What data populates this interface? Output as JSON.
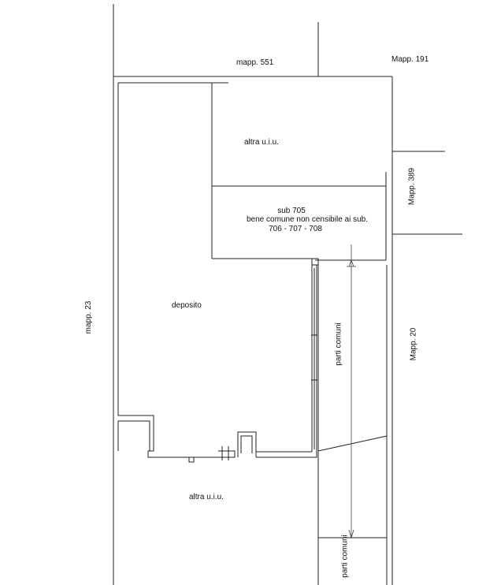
{
  "labels": {
    "mapp_551": "mapp. 551",
    "mapp_191": "Mapp. 191",
    "mapp_389": "Mapp. 389",
    "mapp_23": "mapp. 23",
    "mapp_20": "Mapp. 20",
    "altra_uiu_top": "altra u.i.u.",
    "sub_705_line1": "sub 705",
    "sub_705_line2": "bene comune non censibile ai sub.",
    "sub_705_line3": "706 - 707 - 708",
    "deposito": "deposito",
    "parti_comuni_upper": "parti comuni",
    "altra_uiu_bottom": "altra u.i.u.",
    "parti_comuni_lower": "parti comuni"
  }
}
